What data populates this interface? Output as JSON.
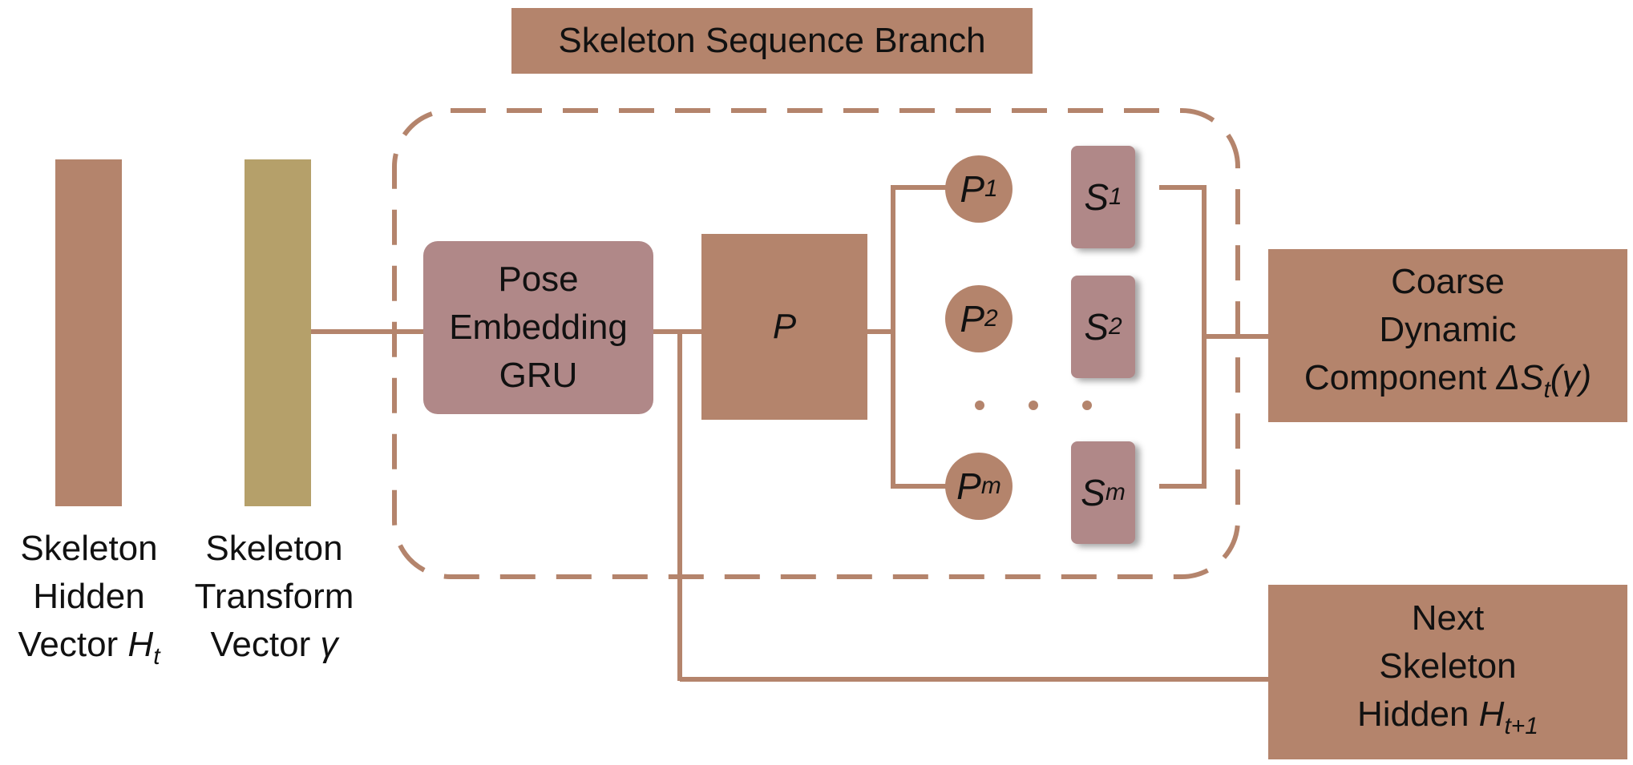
{
  "branch_title": "Skeleton Sequence Branch",
  "hidden_vector": {
    "line1": "Skeleton",
    "line2": "Hidden",
    "line3_prefix": "Vector ",
    "symbol": "H",
    "subscript": "t"
  },
  "transform_vector": {
    "line1": "Skeleton",
    "line2": "Transform",
    "line3_prefix": "Vector ",
    "symbol": "γ"
  },
  "gru_box": {
    "line1": "Pose",
    "line2": "Embedding",
    "line3": "GRU"
  },
  "p_box": {
    "symbol": "P"
  },
  "poses": [
    {
      "symbol": "P",
      "subscript": "1"
    },
    {
      "symbol": "P",
      "subscript": "2"
    },
    {
      "symbol": "P",
      "subscript": "m"
    }
  ],
  "skeletons": [
    {
      "symbol": "S",
      "subscript": "1"
    },
    {
      "symbol": "S",
      "subscript": "2"
    },
    {
      "symbol": "S",
      "subscript": "m"
    }
  ],
  "coarse_output": {
    "line1": "Coarse",
    "line2": "Dynamic",
    "line3_prefix": "Component ",
    "delta_symbol": "ΔS",
    "subscript": "t",
    "arg": "(γ)"
  },
  "next_hidden": {
    "line1": "Next",
    "line2": "Skeleton",
    "line3_prefix": "Hidden ",
    "symbol": "H",
    "subscript": "t+1"
  },
  "colors": {
    "brown": "#b4846c",
    "mauve": "#b08888",
    "olive": "#b5a06a"
  }
}
